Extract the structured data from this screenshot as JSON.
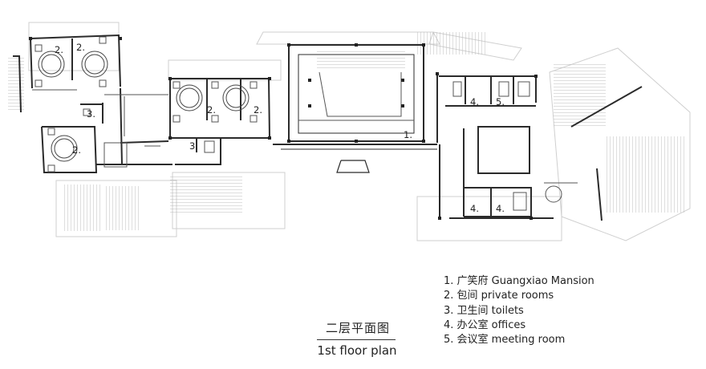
{
  "plan": {
    "labels": {
      "r1": "1.",
      "r2a": "2.",
      "r2b": "2.",
      "r2c": "2.",
      "r2d": "2.",
      "r2e": "2.",
      "r3a": "3.",
      "r3b": "3.",
      "r4a": "4.",
      "r4b": "4.",
      "r4c": "4.",
      "r5": "5."
    }
  },
  "legend": {
    "items": [
      "1. 广笑府 Guangxiao Mansion",
      "2. 包间 private rooms",
      "3. 卫生间 toilets",
      "4. 办公室 offices",
      "5. 会议室 meeting room"
    ]
  },
  "caption": {
    "cn": "二层平面图",
    "en": "1st floor plan"
  },
  "colors": {
    "line": "#3a3a3a",
    "light_line": "#c8c8c8",
    "wall": "#2b2b2b"
  }
}
